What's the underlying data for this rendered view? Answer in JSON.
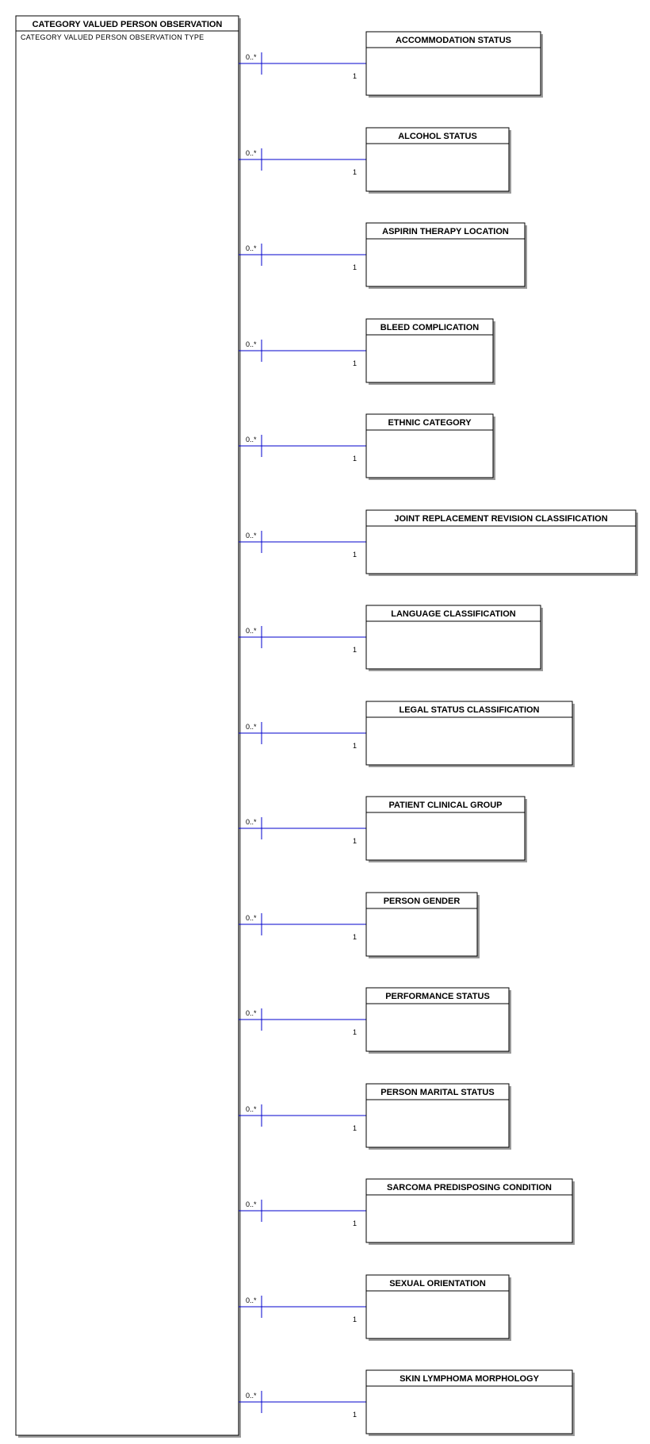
{
  "main_entity": {
    "title": "CATEGORY VALUED PERSON OBSERVATION",
    "attribute": "CATEGORY VALUED PERSON OBSERVATION TYPE"
  },
  "relationships": [
    {
      "entity": "ACCOMMODATION STATUS",
      "many": "0..*",
      "one": "1"
    },
    {
      "entity": "ALCOHOL STATUS",
      "many": "0..*",
      "one": "1"
    },
    {
      "entity": "ASPIRIN THERAPY LOCATION",
      "many": "0..*",
      "one": "1"
    },
    {
      "entity": "BLEED COMPLICATION",
      "many": "0..*",
      "one": "1"
    },
    {
      "entity": "ETHNIC CATEGORY",
      "many": "0..*",
      "one": "1"
    },
    {
      "entity": "JOINT REPLACEMENT REVISION CLASSIFICATION",
      "many": "0..*",
      "one": "1"
    },
    {
      "entity": "LANGUAGE CLASSIFICATION",
      "many": "0..*",
      "one": "1"
    },
    {
      "entity": "LEGAL STATUS CLASSIFICATION",
      "many": "0..*",
      "one": "1"
    },
    {
      "entity": "PATIENT CLINICAL GROUP",
      "many": "0..*",
      "one": "1"
    },
    {
      "entity": "PERSON GENDER",
      "many": "0..*",
      "one": "1"
    },
    {
      "entity": "PERFORMANCE STATUS",
      "many": "0..*",
      "one": "1"
    },
    {
      "entity": "PERSON MARITAL STATUS",
      "many": "0..*",
      "one": "1"
    },
    {
      "entity": "SARCOMA PREDISPOSING CONDITION",
      "many": "0..*",
      "one": "1"
    },
    {
      "entity": "SEXUAL ORIENTATION",
      "many": "0..*",
      "one": "1"
    },
    {
      "entity": "SKIN LYMPHOMA MORPHOLOGY",
      "many": "0..*",
      "one": "1"
    }
  ],
  "colors": {
    "line": "#0000cc",
    "border": "#000000",
    "shadow": "#9a9a9a"
  }
}
